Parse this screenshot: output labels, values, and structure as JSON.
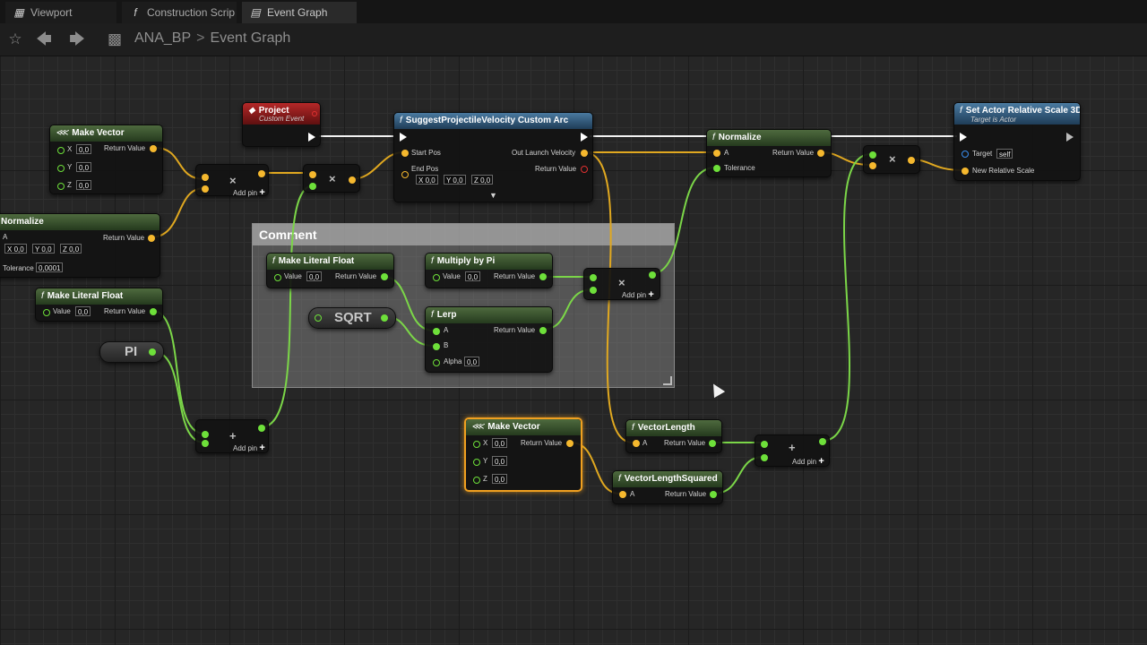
{
  "tabs": [
    {
      "label": "Viewport",
      "icon": "grid-icon"
    },
    {
      "label": "Construction Scrip",
      "icon": "function-icon"
    },
    {
      "label": "Event Graph",
      "icon": "graph-icon"
    }
  ],
  "breadcrumb": {
    "blueprint": "ANA_BP",
    "separator": ">",
    "graph": "Event Graph"
  },
  "comment": {
    "title": "Comment"
  },
  "common": {
    "return_value": "Return Value",
    "add_pin": "Add pin",
    "value": "Value",
    "x": "X",
    "y": "Y",
    "z": "Z",
    "a": "A",
    "b": "B"
  },
  "nodes": {
    "make_vector_1": {
      "title": "Make Vector",
      "x": "0,0",
      "y": "0,0",
      "z": "0,0"
    },
    "normalize_1": {
      "title": "Normalize",
      "a": "A",
      "ax": "0,0",
      "ay": "0,0",
      "az": "0,0",
      "tolerance_label": "Tolerance",
      "tolerance": "0,0001"
    },
    "make_literal_float_1": {
      "title": "Make Literal Float",
      "value": "0,0"
    },
    "pi": {
      "title": "PI"
    },
    "project_event": {
      "title": "Project",
      "subtitle": "Custom Event"
    },
    "suggest_velocity": {
      "title": "SuggestProjectileVelocity Custom Arc",
      "start_pos": "Start Pos",
      "end_pos": "End Pos",
      "x": "0,0",
      "y": "0,0",
      "z": "0,0",
      "out_launch": "Out Launch Velocity"
    },
    "make_literal_float_2": {
      "title": "Make Literal Float",
      "value": "0,0"
    },
    "multiply_by_pi": {
      "title": "Multiply by Pi",
      "value": "0,0"
    },
    "sqrt": {
      "title": "SQRT"
    },
    "lerp": {
      "title": "Lerp",
      "alpha_label": "Alpha",
      "alpha": "0,0"
    },
    "normalize_2": {
      "title": "Normalize",
      "tolerance_label": "Tolerance"
    },
    "set_actor_scale": {
      "title": "Set Actor Relative Scale 3D",
      "subtitle": "Target is Actor",
      "target_label": "Target",
      "target_value": "self",
      "new_scale": "New Relative Scale"
    },
    "make_vector_2": {
      "title": "Make Vector",
      "x": "0,0",
      "y": "0,0",
      "z": "0,0"
    },
    "vector_length": {
      "title": "VectorLength"
    },
    "vector_length_squared": {
      "title": "VectorLengthSquared"
    }
  }
}
